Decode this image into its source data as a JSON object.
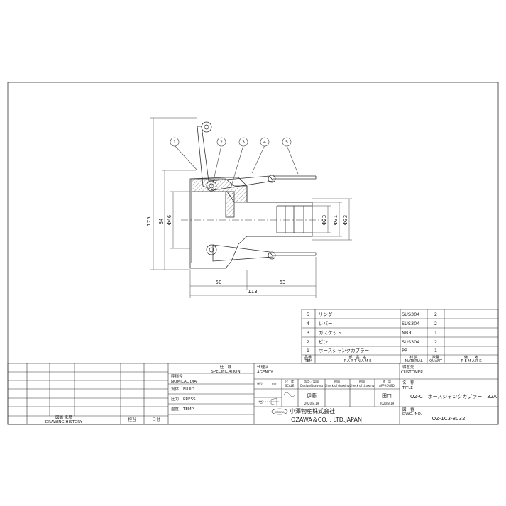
{
  "dimensions": {
    "overall_height": "175",
    "height_84": "84",
    "dia_46": "Φ46",
    "dia_23": "Φ23",
    "dia_31": "Φ31",
    "dia_33": "Φ33",
    "len_50": "50",
    "len_63": "63",
    "len_113": "113"
  },
  "balloons": [
    "1",
    "2",
    "3",
    "4",
    "5"
  ],
  "parts_list": {
    "rows": [
      {
        "no": "5",
        "name": "リング",
        "material": "SUS304",
        "qty": "2"
      },
      {
        "no": "4",
        "name": "レバー",
        "material": "SUS304",
        "qty": "2"
      },
      {
        "no": "3",
        "name": "ガスケット",
        "material": "NBR",
        "qty": "1"
      },
      {
        "no": "2",
        "name": "ピン",
        "material": "SUS304",
        "qty": "2"
      },
      {
        "no": "1",
        "name": "ホースシャンクカプラー",
        "material": "PP",
        "qty": "1"
      }
    ],
    "header": {
      "item_jp": "品番",
      "item_en": "ITEM",
      "name_jp": "部　品　名",
      "name_en": "P A R T   N A M E",
      "material_jp": "材 質",
      "material_en": "MATERIAL",
      "qty_jp": "数量",
      "qty_en": "QUANT",
      "remark_jp": "備　　考",
      "remark_en": "R E M A R K"
    }
  },
  "title_block": {
    "spec_jp": "仕　様",
    "spec_en": "SPECIFICATION",
    "nominal_jp": "呼称径",
    "nominal_en": "NOMILAL DIA",
    "fluid_jp": "流体",
    "fluid_en": "FLUID",
    "press_jp": "圧力",
    "press_en": "PRESS",
    "temp_jp": "温度",
    "temp_en": "TEMP",
    "history_jp": "図面 来歴",
    "history_en": "DRAWING HISTORY",
    "charge_jp": "担当",
    "date_jp": "日付",
    "agency_jp": "代理店",
    "agency_en": "AGENCY",
    "customer_jp": "得意先",
    "customer_en": "CUSTOMER",
    "title_jp": "名　称",
    "title_en": "TITLE",
    "title_value": "OZ-C　ホースシャンクカプラー　32A",
    "dwg_jp": "図　番",
    "dwg_en": "DWG. NO.",
    "dwg_value": "OZ-1C3-8032",
    "unit_jp": "単位",
    "unit_value": "mm",
    "scale_jp": "尺　度",
    "scale_en": "SCALE",
    "design_jp": "設計／製図",
    "design_en": "Design/Drawing",
    "check_jp": "検図",
    "check_en": "Check of drawing",
    "check2_jp": "検図",
    "check2_en": "Check of drawing",
    "approved_jp": "承　認",
    "approved_en": "APPROVED",
    "designer": "伊藤",
    "approver": "田口",
    "date_designed": "2020.8.19",
    "date_approved": "2020.8.19",
    "company_jp": "小澤物産株式会社",
    "company_en": "OZAWA＆CO. . LTD.JAPAN",
    "logo_text": "OZAWA"
  }
}
